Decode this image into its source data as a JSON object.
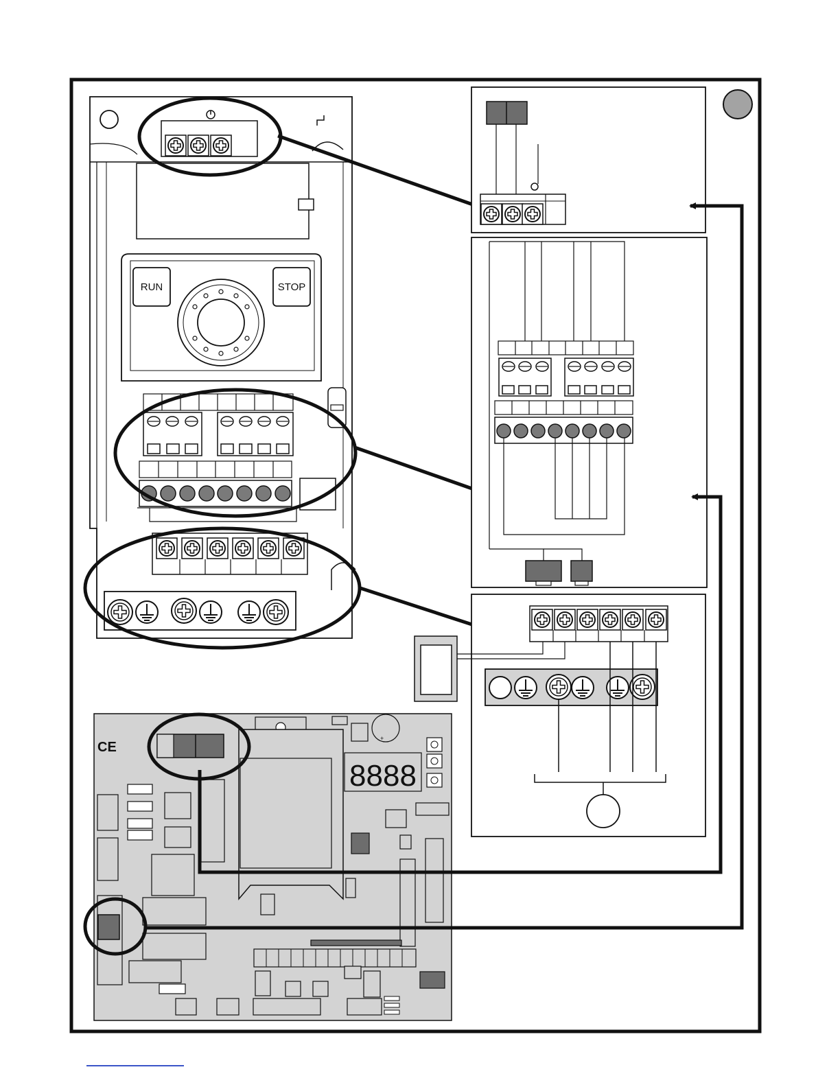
{
  "drive": {
    "run_label": "RUN",
    "stop_label": "STOP",
    "top_terminal_count": 3,
    "control_terminal_count": 8,
    "power_terminal_count": 6
  },
  "board": {
    "ce_mark": "CE",
    "display_text": "8888",
    "capacitor_mark": "+"
  },
  "detail_badge_color": "#a3a3a3",
  "board_color": "#d3d3d3",
  "connector_color": "#6d6d6d"
}
